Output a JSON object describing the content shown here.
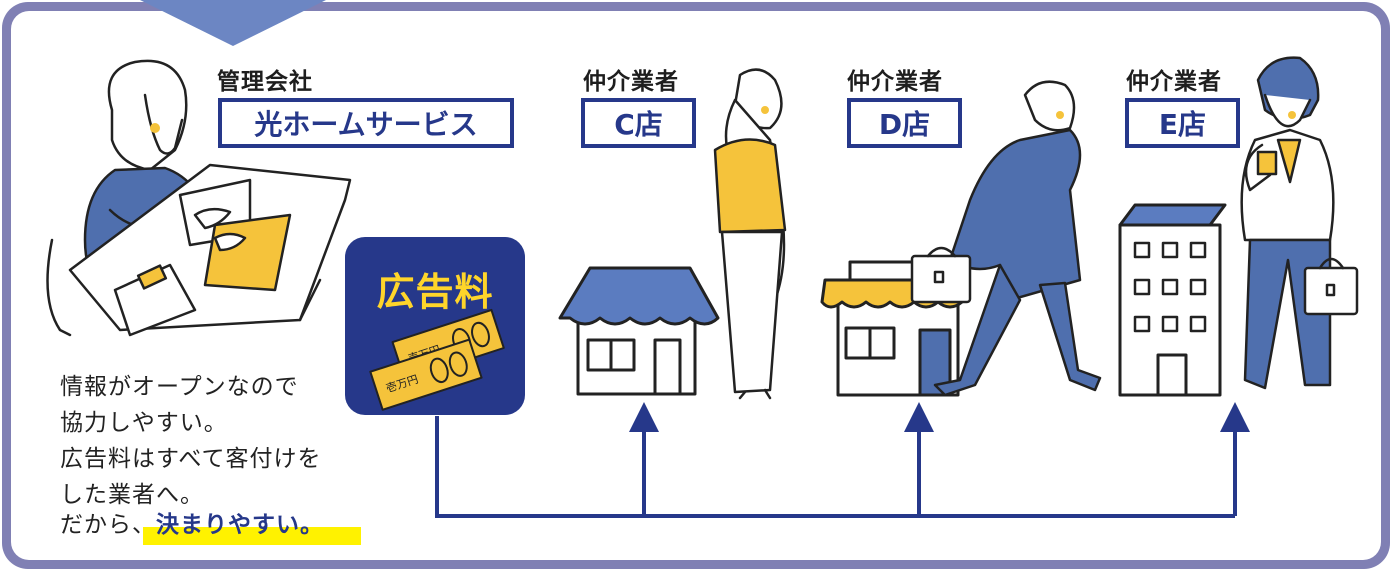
{
  "header": {
    "manager_label": "管理会社",
    "manager_name": "光ホームサービス"
  },
  "agents": [
    {
      "label": "仲介業者",
      "store": "C店"
    },
    {
      "label": "仲介業者",
      "store": "D店"
    },
    {
      "label": "仲介業者",
      "store": "E店"
    }
  ],
  "fee": {
    "label": "広告料",
    "bill_text": "壱万円"
  },
  "description": {
    "lines": [
      "情報がオープンなので",
      "協力しやすい。",
      "広告料はすべて客付けを",
      "した業者へ。"
    ],
    "last_prefix": "だから、",
    "last_emphasis": "決まりやすい。"
  },
  "colors": {
    "frame": "#8080b4",
    "navy": "#26388a",
    "accent_yellow": "#ffd52a",
    "suit_blue": "#4f6fae",
    "roof_blue": "#5b7cc0"
  }
}
